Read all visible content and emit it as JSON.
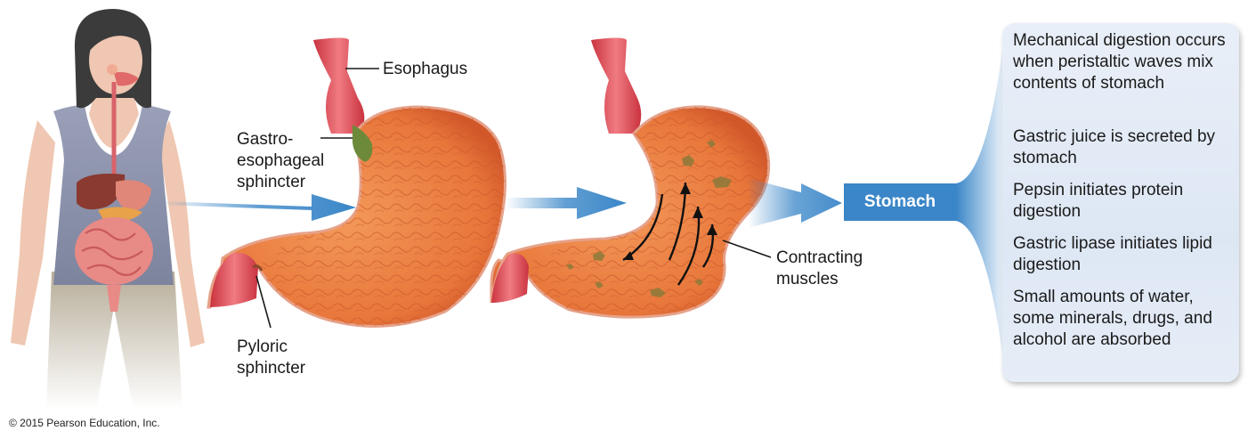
{
  "labels": {
    "esophagus": "Esophagus",
    "gastro_line1": "Gastro-",
    "gastro_line2": "esophageal",
    "gastro_line3": "sphincter",
    "pyloric_line1": "Pyloric",
    "pyloric_line2": "sphincter",
    "contracting_line1": "Contracting",
    "contracting_line2": "muscles",
    "stomach": "Stomach"
  },
  "info_items": [
    "Mechanical digestion occurs when peristaltic waves mix contents of stomach",
    "Gastric juice is secreted by stomach",
    "Pepsin initiates protein digestion",
    "Gastric lipase initiates lipid digestion",
    "Small amounts of water, some minerals, drugs, and alcohol are absorbed"
  ],
  "copyright": "© 2015 Pearson Education, Inc.",
  "colors": {
    "arrow_blue": "#3a86c8",
    "stomach_orange": "#ec7a3c",
    "esophagus_red": "#e24a55",
    "sphincter_green": "#6d8a3a"
  }
}
